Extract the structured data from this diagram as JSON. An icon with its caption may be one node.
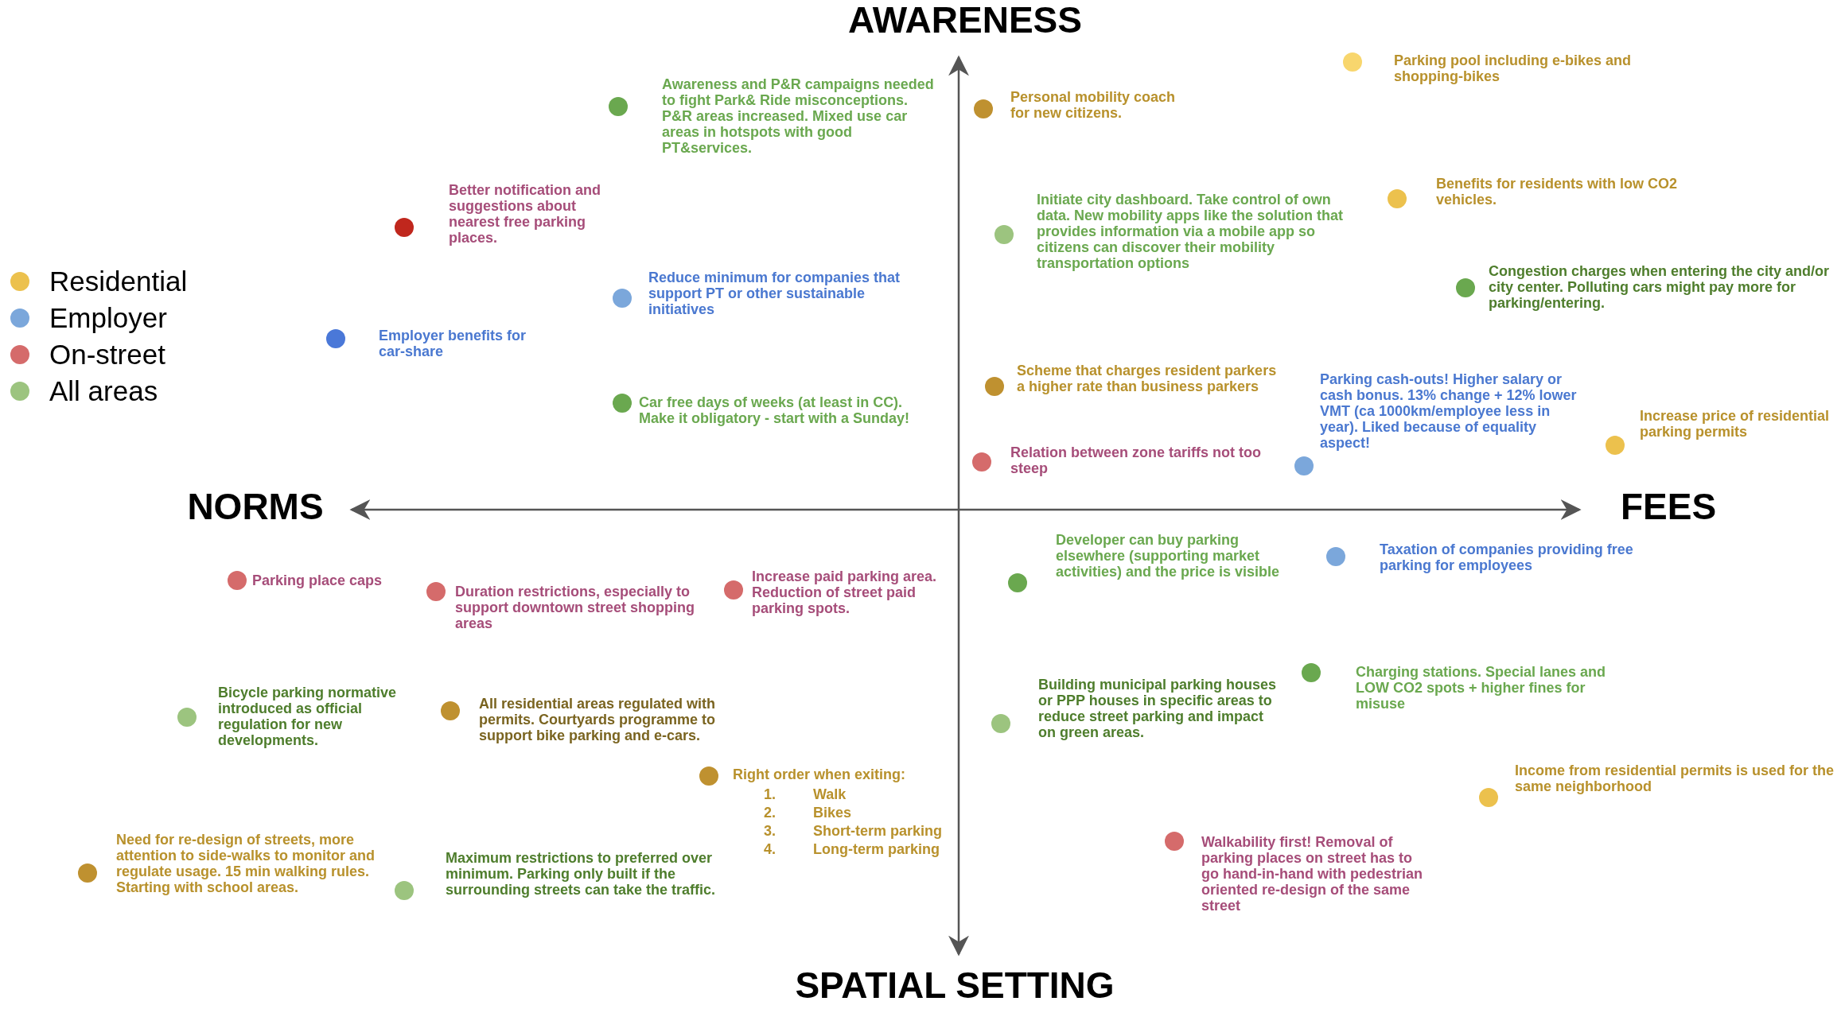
{
  "diagram": {
    "labels": [
      "AWARENESS",
      "Parking pool including e-bikes and shopping-bikes",
      "Awareness and P&R campaigns needed to fight Park& Ride misconceptions. P&R areas increased. Mixed use car areas in hotspots with good PT&services.",
      "Personal mobility coach for new citizens.",
      "Benefits for residents with low CO2 vehicles.",
      "Better notification and suggestions about nearest free parking places.",
      "Initiate city dashboard. Take control of own data. New mobility apps like the solution that provides information via a mobile app so citizens can discover their mobility transportation options",
      "Reduce minimum for companies that support PT or other sustainable initiatives",
      "Congestion charges when entering the city and/or city center. Polluting cars might pay more for parking/entering.",
      "Employer benefits for car-share",
      "Scheme that charges resident parkers a higher rate than business parkers",
      "Parking cash-outs! Higher salary or cash bonus. 13% change + 12% lower VMT (ca 1000km/employee less in year). Liked because of equality aspect!",
      "Car free days of weeks (at least in CC). Make it obligatory - start with a Sunday!",
      "Increase price of residential parking permits",
      "Relation between zone tariffs not too steep",
      "NORMS",
      "FEES",
      "Developer can buy parking elsewhere (supporting market activities) and the price is visible",
      "Taxation of companies providing free parking for employees",
      "Increase paid parking area. Reduction of street paid parking spots.",
      "Parking place caps",
      "Duration restrictions, especially to support downtown street shopping areas",
      "Charging stations. Special lanes and LOW CO2 spots + higher fines for misuse",
      "Bicycle parking normative introduced as official regulation for new developments.",
      "All residential areas regulated with permits. Courtyards programme to support bike parking and e-cars.",
      "Building municipal parking houses or PPP houses in specific areas to reduce street parking and impact on green areas.",
      "Income from residential permits is used for the same neighborhood",
      "Right order when exiting:",
      "1.",
      "Walk",
      "2.",
      "Bikes",
      "3.",
      "Short-term parking",
      "4.",
      "Long-term parking",
      "Need for re-design of streets, more attention to side-walks to monitor and regulate usage. 15 min walking rules. Starting with school areas.",
      "Walkability first! Removal of parking places on street has to go hand-in-hand with pedestrian oriented re-design of the same street",
      "Maximum restrictions to preferred over minimum. Parking only built if the surrounding streets can take the traffic.",
      "SPATIAL SETTING"
    ],
    "legend": [
      {
        "text": "Residential",
        "color": "#ecc14d"
      },
      {
        "text": "Employer",
        "color": "#7ba7db"
      },
      {
        "text": "On-street",
        "color": "#d56b6b"
      },
      {
        "text": "All areas",
        "color": "#9cc47f"
      }
    ]
  }
}
